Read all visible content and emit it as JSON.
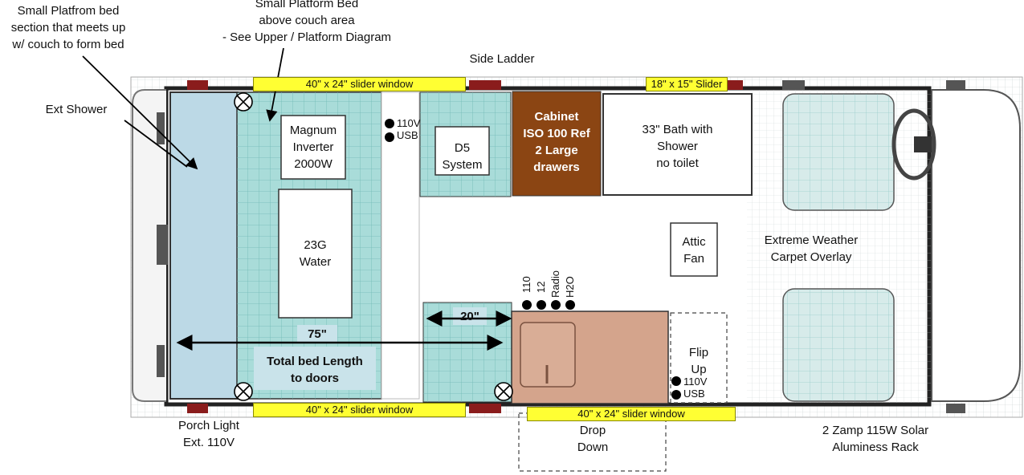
{
  "callouts": {
    "small_bed": [
      "Small Platfrom bed",
      "section that meets up",
      "w/ couch to form bed"
    ],
    "platform_bed": [
      "Small Platform Bed",
      "above couch area",
      "- See Upper / Platform Diagram"
    ],
    "ext_shower": "Ext Shower",
    "side_ladder": "Side Ladder",
    "porch_light": [
      "Porch Light",
      "Ext. 110V"
    ],
    "drop_down": [
      "Drop",
      "Down"
    ],
    "solar": [
      "2 Zamp 115W Solar",
      "Aluminess Rack"
    ],
    "carpet": [
      "Extreme Weather",
      "Carpet Overlay"
    ]
  },
  "windows": {
    "top_left": "40\" x 24\" slider window",
    "top_right": "18\" x 15\" Slider",
    "bottom_left": "40\" x 24\" slider window",
    "bottom_right": "40\" x 24\" slider window"
  },
  "boxes": {
    "inverter": [
      "Magnum",
      "Inverter",
      "2000W"
    ],
    "water": [
      "23G",
      "Water"
    ],
    "d5": [
      "D5",
      "System"
    ],
    "cabinet": [
      "Cabinet",
      "ISO 100 Ref",
      "2 Large",
      "drawers"
    ],
    "bath": [
      "33\" Bath with",
      "Shower",
      "no toilet"
    ],
    "attic_fan": [
      "Attic",
      "Fan"
    ],
    "flip_up": [
      "Flip",
      "Up"
    ]
  },
  "outlets": {
    "upper": [
      "110V",
      "USB"
    ],
    "lower": [
      "110V",
      "USB"
    ],
    "galley": [
      "110",
      "12",
      "Radio",
      "H2O"
    ]
  },
  "dimensions": {
    "bed_width": "75\"",
    "galley_width": "20\"",
    "bed_length": [
      "Total bed Length",
      "to doors"
    ]
  },
  "colors": {
    "bed_blue": "#bcd9e6",
    "couch_teal": "#a9dcd9",
    "cabinet_brown": "#8b4513",
    "galley_tan": "#d4a48c",
    "window_yellow": "#ffff33",
    "wall_maroon": "#8a1c1c"
  }
}
